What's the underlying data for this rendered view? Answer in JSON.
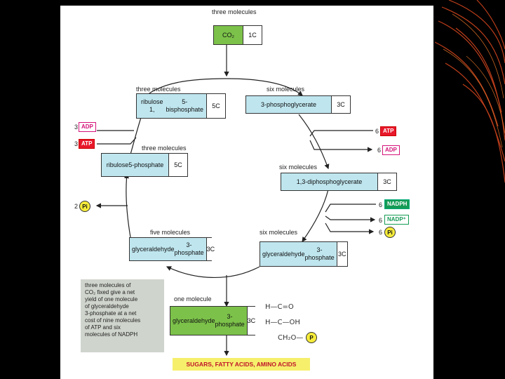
{
  "diagram": {
    "top": {
      "count": "three molecules",
      "name": "CO₂",
      "carbons": "1C"
    },
    "rubp": {
      "count": "three molecules",
      "name_line1": "ribulose 1,",
      "name_line2": "5-bisphosphate",
      "carbons": "5C"
    },
    "pga": {
      "count": "six molecules",
      "name": "3-phosphoglycerate",
      "carbons": "3C"
    },
    "bpg": {
      "count": "six molecules",
      "name": "1,3-diphosphoglycerate",
      "carbons": "3C"
    },
    "g3p_six": {
      "count": "six molecules",
      "name_line1": "glyceraldehyde",
      "name_line2": "3-phosphate",
      "carbons": "3C"
    },
    "g3p_five": {
      "count": "five molecules",
      "name_line1": "glyceraldehyde",
      "name_line2": "3-phosphate",
      "carbons": "3C"
    },
    "ru5p": {
      "count": "three molecules",
      "name_line1": "ribulose",
      "name_line2": "5-phosphate",
      "carbons": "5C"
    },
    "output": {
      "count": "one molecule",
      "name_line1": "glyceraldehyde",
      "name_line2": "3-phosphate",
      "carbons": "3C"
    },
    "inputs_left": [
      {
        "count": "3",
        "label": "ADP"
      },
      {
        "count": "3",
        "label": "ATP"
      },
      {
        "count": "2",
        "label": "Pi"
      }
    ],
    "inputs_right": [
      {
        "count": "6",
        "label": "ATP"
      },
      {
        "count": "6",
        "label": "ADP"
      },
      {
        "count": "6",
        "label": "NADPH"
      },
      {
        "count": "6",
        "label": "NADP⁺"
      },
      {
        "count": "6",
        "label": "Pi"
      }
    ],
    "note_lines": [
      "three molecules of",
      "CO₂ fixed give a net",
      "yield of one molecule",
      "of glyceraldehyde",
      "3-phosphate at a net",
      "cost of nine molecules",
      "of ATP and six",
      "molecules of NADPH"
    ],
    "products": "SUGARS, FATTY ACIDS, AMINO ACIDS",
    "structure": {
      "line1": "H—C=O",
      "line2": "H—C—OH",
      "line3": "CH₂O—",
      "phosphate": "P"
    },
    "colors": {
      "box_fill": "#bfe6ef",
      "green_fill": "#7cc24a",
      "atp_red": "#e8182b",
      "adp_pink": "#d4147a",
      "pi_yellow": "#f6ec3a",
      "products_bg": "#f6ef6c"
    }
  }
}
